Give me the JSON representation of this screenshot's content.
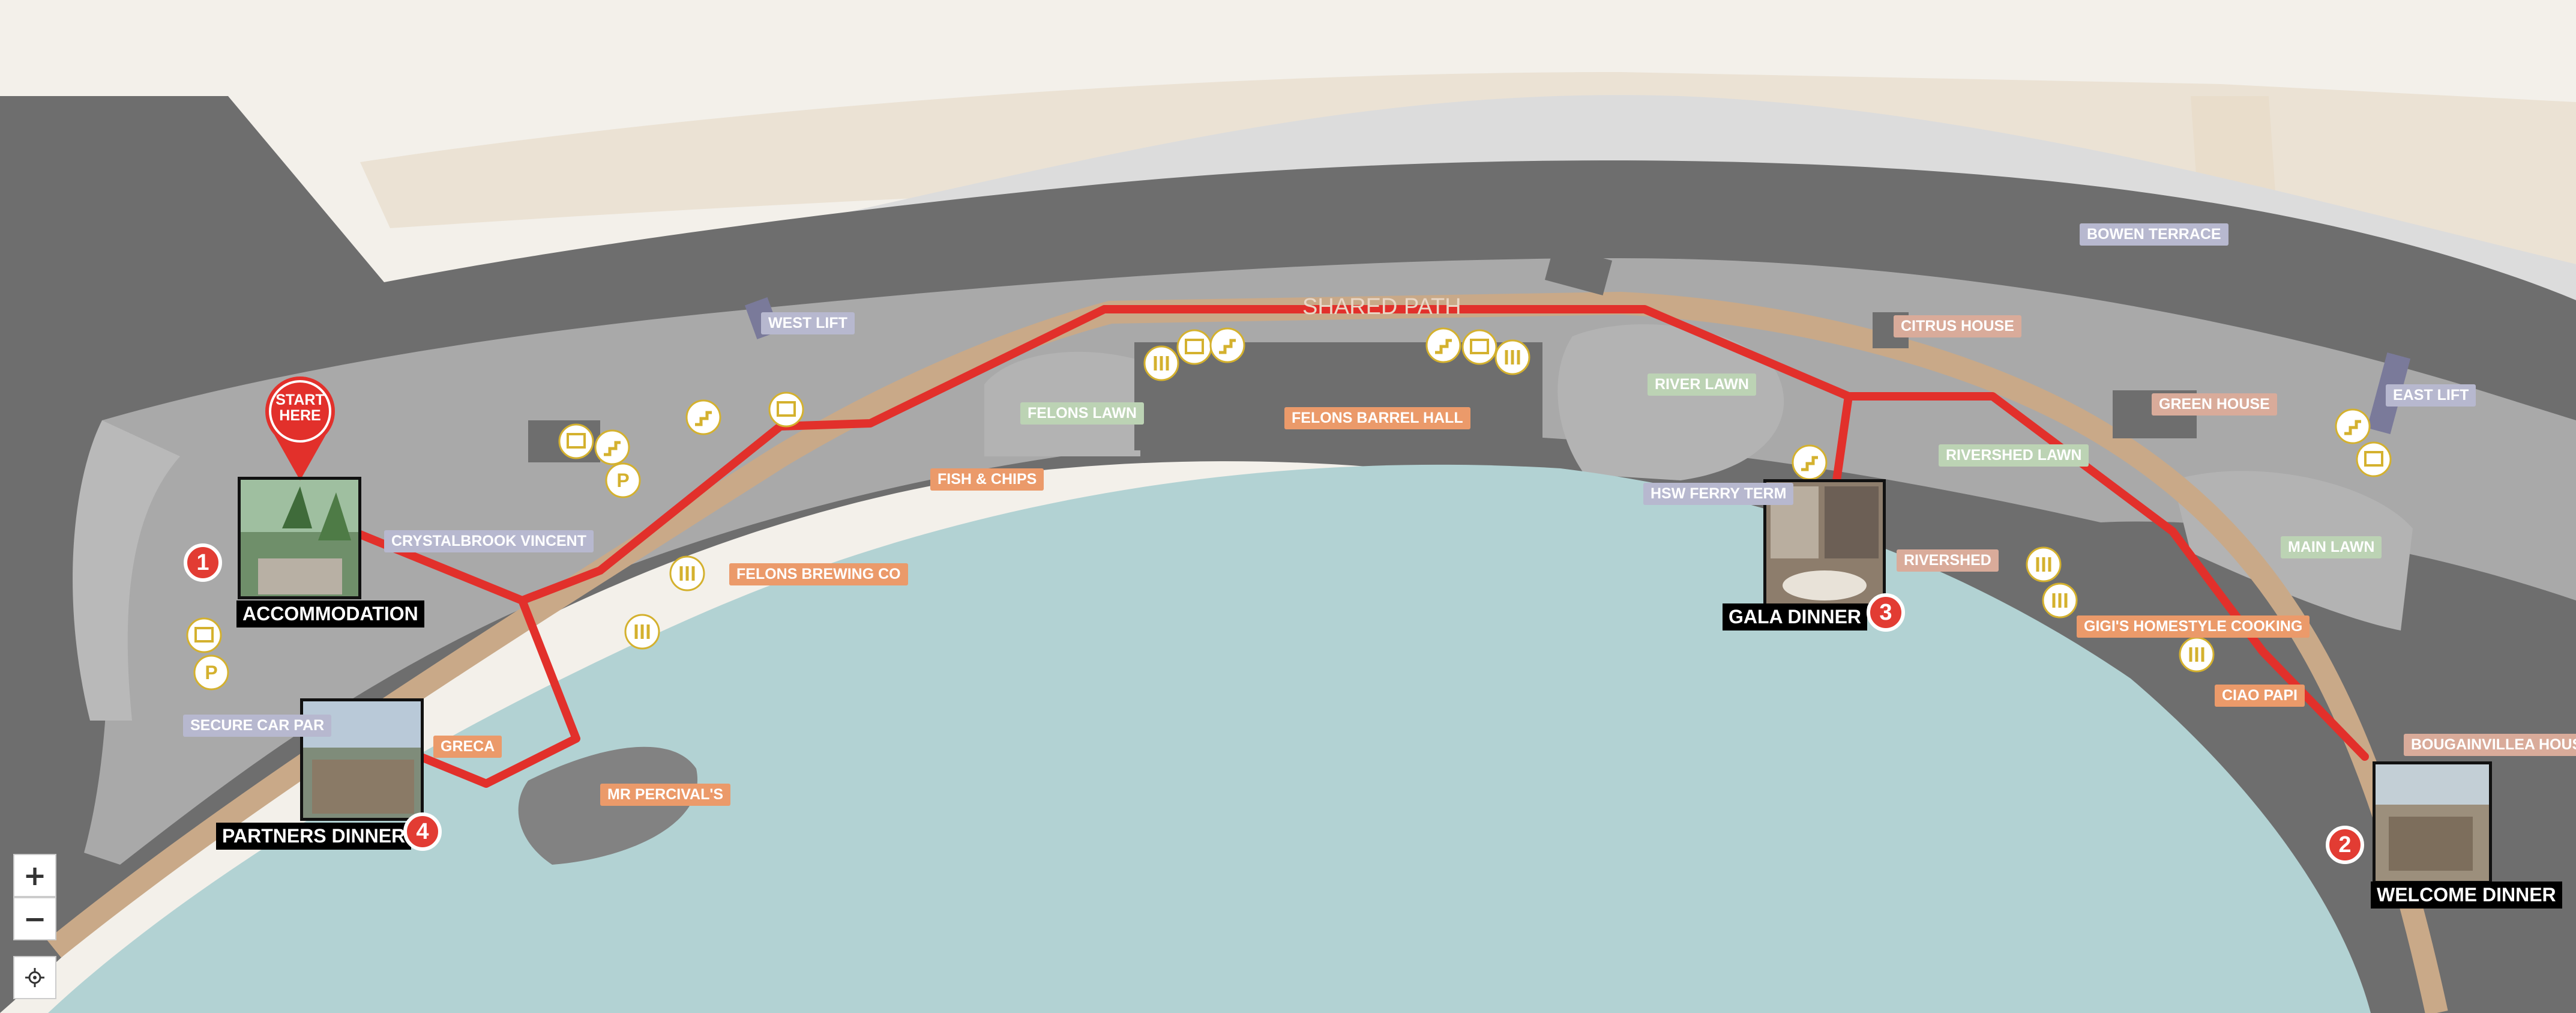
{
  "start_marker": "START HERE",
  "path_label": "SHARED PATH",
  "stops": [
    {
      "number": "1",
      "name": "ACCOMMODATION"
    },
    {
      "number": "2",
      "name": "WELCOME DINNER"
    },
    {
      "number": "3",
      "name": "GALA DINNER"
    },
    {
      "number": "4",
      "name": "PARTNERS DINNER"
    }
  ],
  "venues": {
    "west_lift": "WEST LIFT",
    "crystalbrook_vincent": "CRYSTALBROOK VINCENT",
    "secure_car_park": "SECURE CAR PAR",
    "greca": "GRECA",
    "mr_percivals": "MR PERCIVAL'S",
    "felons_brewing_co": "FELONS BREWING CO",
    "fish_chips": "FISH & CHIPS",
    "felons_lawn": "FELONS LAWN",
    "felons_barrel_hall": "FELONS BARREL HALL",
    "river_lawn": "RIVER LAWN",
    "hsw_ferry_terminal": "HSW FERRY TERM",
    "citrus_house": "CITRUS HOUSE",
    "bowen_terrace": "BOWEN TERRACE",
    "green_house": "GREEN HOUSE",
    "east_lift": "EAST LIFT",
    "rivershed_lawn": "RIVERSHED LAWN",
    "rivershed": "RIVERSHED",
    "main_lawn": "MAIN LAWN",
    "gigis": "GIGI'S HOMESTYLE COOKING",
    "ciao_papi": "CIAO PAPI",
    "bougainvillea_house": "BOUGAINVILLEA HOUSE"
  },
  "controls": {
    "zoom_in": "+",
    "zoom_out": "−"
  },
  "colors": {
    "route": "#e2302b",
    "water": "#b2d2d3",
    "building": "#6e6e6e",
    "promenade": "#a9a9a9",
    "food_label": "#eb9a6a",
    "place_label": "#b7b8cf",
    "lawn_label": "#bcd3b4",
    "icon_gold": "#d4b12e"
  }
}
